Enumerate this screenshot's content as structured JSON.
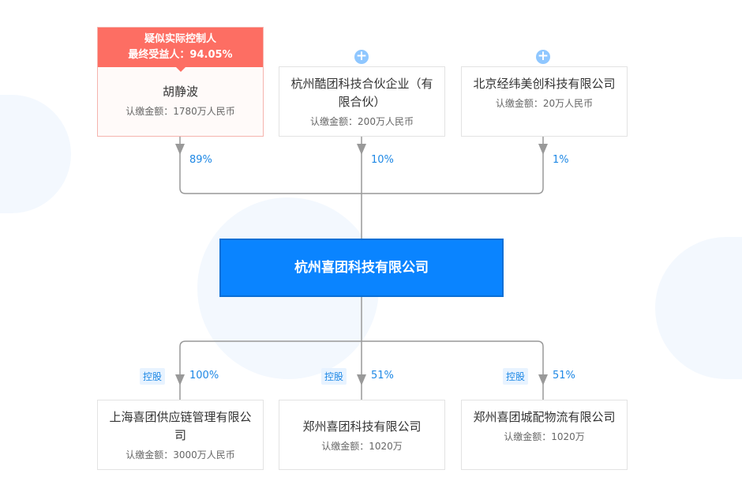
{
  "shareholders": [
    {
      "badge_line1": "疑似实际控制人",
      "badge_line2": "最终受益人：94.05%",
      "name": "胡静波",
      "capital": "认缴金额：1780万人民币",
      "percent": "89%"
    },
    {
      "name": "杭州酷团科技合伙企业（有限合伙）",
      "capital": "认缴金额：200万人民币",
      "percent": "10%",
      "expand_icon": "plus-icon"
    },
    {
      "name": "北京经纬美创科技有限公司",
      "capital": "认缴金额：20万人民币",
      "percent": "1%",
      "expand_icon": "plus-icon"
    }
  ],
  "company": {
    "name": "杭州喜团科技有限公司",
    "color": "#0A84FF"
  },
  "subsidiaries": [
    {
      "tag": "控股",
      "percent": "100%",
      "name": "上海喜团供应链管理有限公司",
      "capital": "认缴金额：3000万人民币"
    },
    {
      "tag": "控股",
      "percent": "51%",
      "name": "郑州喜团科技有限公司",
      "capital": "认缴金额：1020万"
    },
    {
      "tag": "控股",
      "percent": "51%",
      "name": "郑州喜团城配物流有限公司",
      "capital": "认缴金额：1020万"
    }
  ]
}
